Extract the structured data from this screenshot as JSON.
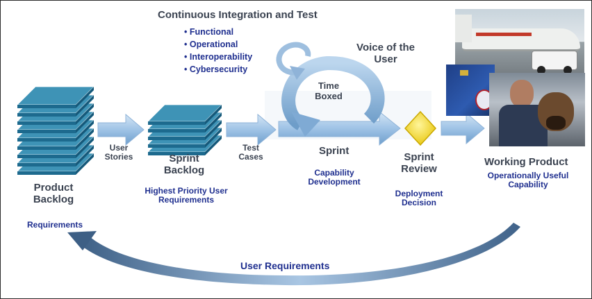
{
  "diagram": {
    "ci": {
      "title": "Continuous Integration and Test",
      "items": [
        "Functional",
        "Operational",
        "Interoperability",
        "Cybersecurity"
      ]
    },
    "voice_of_user": "Voice of the User",
    "time_boxed": "Time Boxed",
    "product_backlog": {
      "label": "Product Backlog",
      "sub": "Requirements"
    },
    "user_stories": "User Stories",
    "sprint_backlog": {
      "label": "Sprint Backlog",
      "sub": "Highest Priority User Requirements"
    },
    "test_cases": "Test Cases",
    "sprint": {
      "label": "Sprint",
      "sub": "Capability Development"
    },
    "sprint_review": {
      "label": "Sprint Review",
      "sub": "Deployment Decision"
    },
    "working_product": {
      "label": "Working Product",
      "sub": "Operationally Useful Capability"
    },
    "feedback": "User Requirements",
    "colors": {
      "stack_top": "#3e93b6",
      "stack_side": "#1d6a8e",
      "arrow_fill": "#a8c8e8",
      "diamond": "#ffe600",
      "text_dark": "#3a4250",
      "text_blue": "#1f2f8f"
    },
    "photos": [
      "aircraft-photo",
      "security-officer-photo",
      "dog-handler-photo"
    ]
  }
}
